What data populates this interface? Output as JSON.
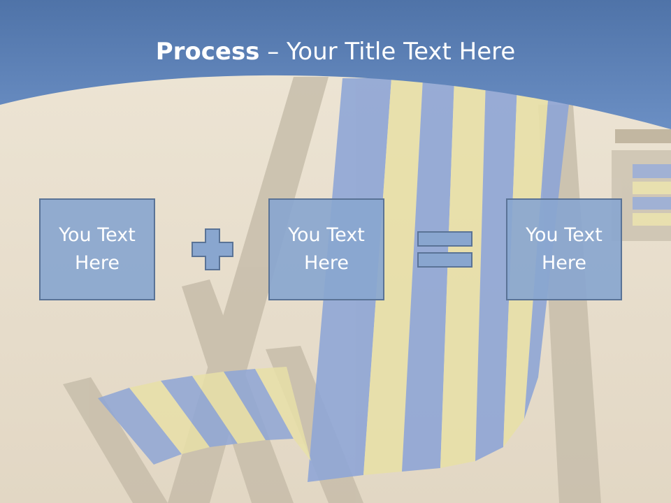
{
  "title": {
    "bold": "Process",
    "rest": " – Your Title Text Here"
  },
  "boxes": [
    {
      "text": "You Text Here"
    },
    {
      "text": "You Text Here"
    },
    {
      "text": "You Text Here"
    }
  ],
  "operators": {
    "plus": "plus-icon",
    "equals": "equals-icon"
  },
  "colors": {
    "header_blue": "#5d80b6",
    "box_fill": "#89a6cf",
    "box_border": "#5a7396",
    "text": "#ffffff"
  }
}
